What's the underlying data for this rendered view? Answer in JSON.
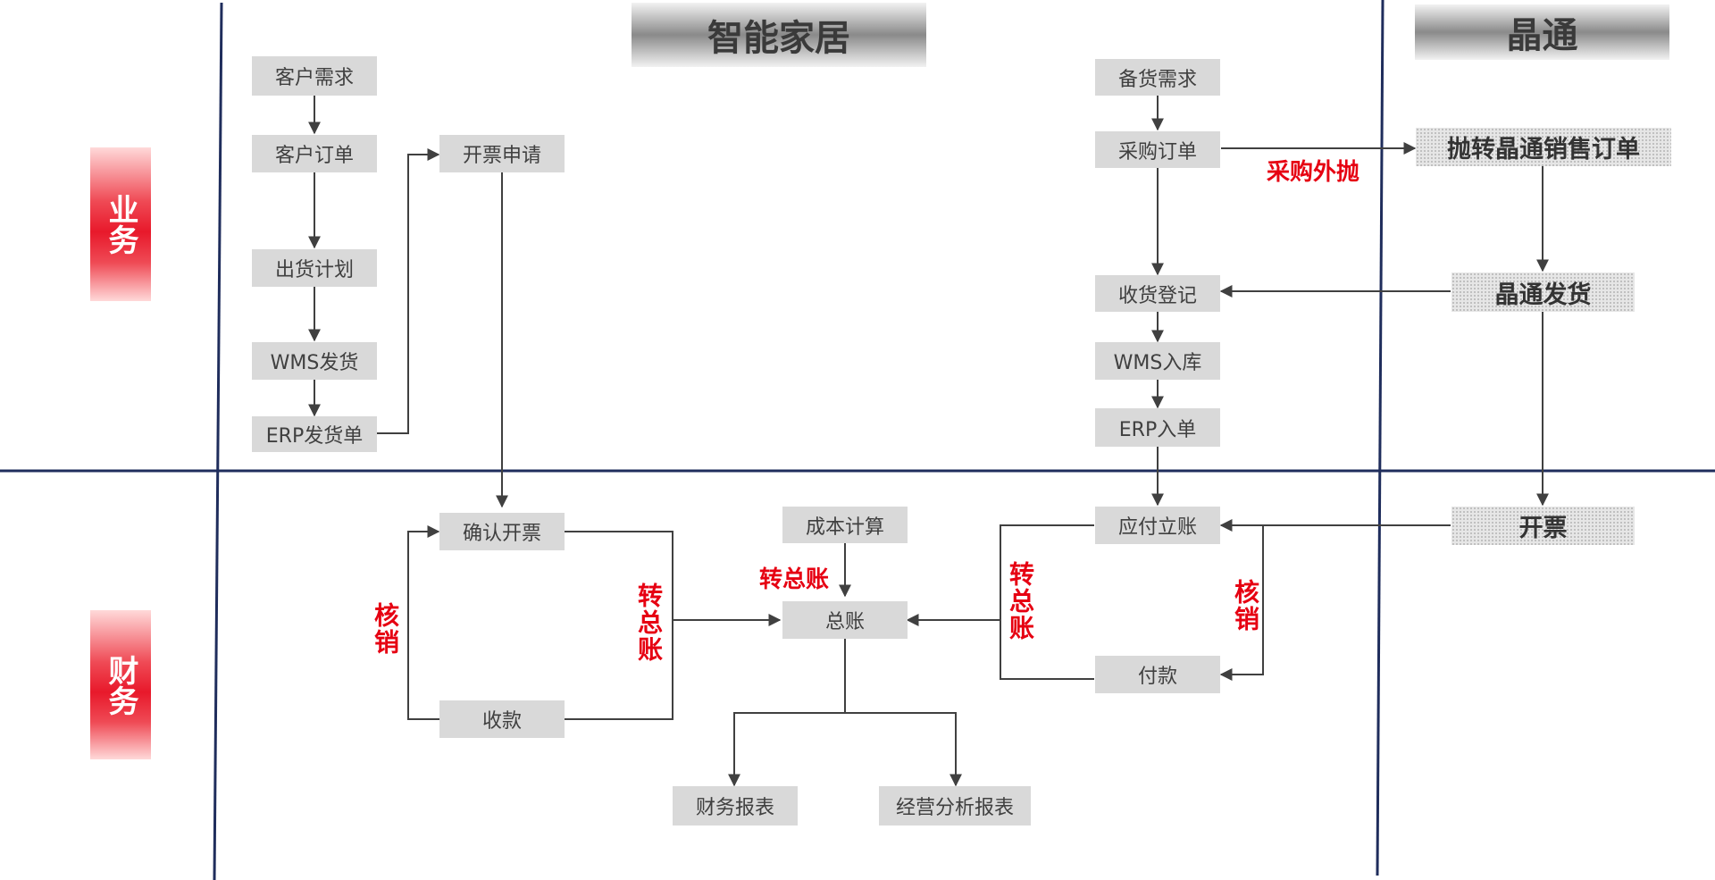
{
  "headers": {
    "smart_home": "智能家居",
    "jingtong": "晶通"
  },
  "side_labels": {
    "business": "业务",
    "finance": "财务"
  },
  "nodes": {
    "customer_demand": "客户需求",
    "customer_order": "客户订单",
    "shipping_plan": "出货计划",
    "wms_shipping": "WMS发货",
    "erp_shipping_doc": "ERP发货单",
    "invoice_request": "开票申请",
    "confirm_invoice": "确认开票",
    "receipt": "收款",
    "cost_calc": "成本计算",
    "general_ledger": "总账",
    "financial_report": "财务报表",
    "operation_report": "经营分析报表",
    "stock_demand": "备货需求",
    "purchase_order": "采购订单",
    "goods_receipt": "收货登记",
    "wms_inbound": "WMS入库",
    "erp_inbound": "ERP入单",
    "payable": "应付立账",
    "payment": "付款",
    "jt_sales_order": "抛转晶通销售订单",
    "jt_delivery": "晶通发货",
    "jt_invoice": "开票"
  },
  "annotations": {
    "purchase_outsource": "采购外抛",
    "to_gl_top": "转总账",
    "to_gl_left": "转总账",
    "to_gl_right": "转总账",
    "writeoff_left": "核销",
    "writeoff_right": "核销"
  },
  "colors": {
    "accent_red": "#e60012",
    "divider_navy": "#1f2d5c",
    "box_gray": "#d9d9d9",
    "connector": "#404040"
  }
}
